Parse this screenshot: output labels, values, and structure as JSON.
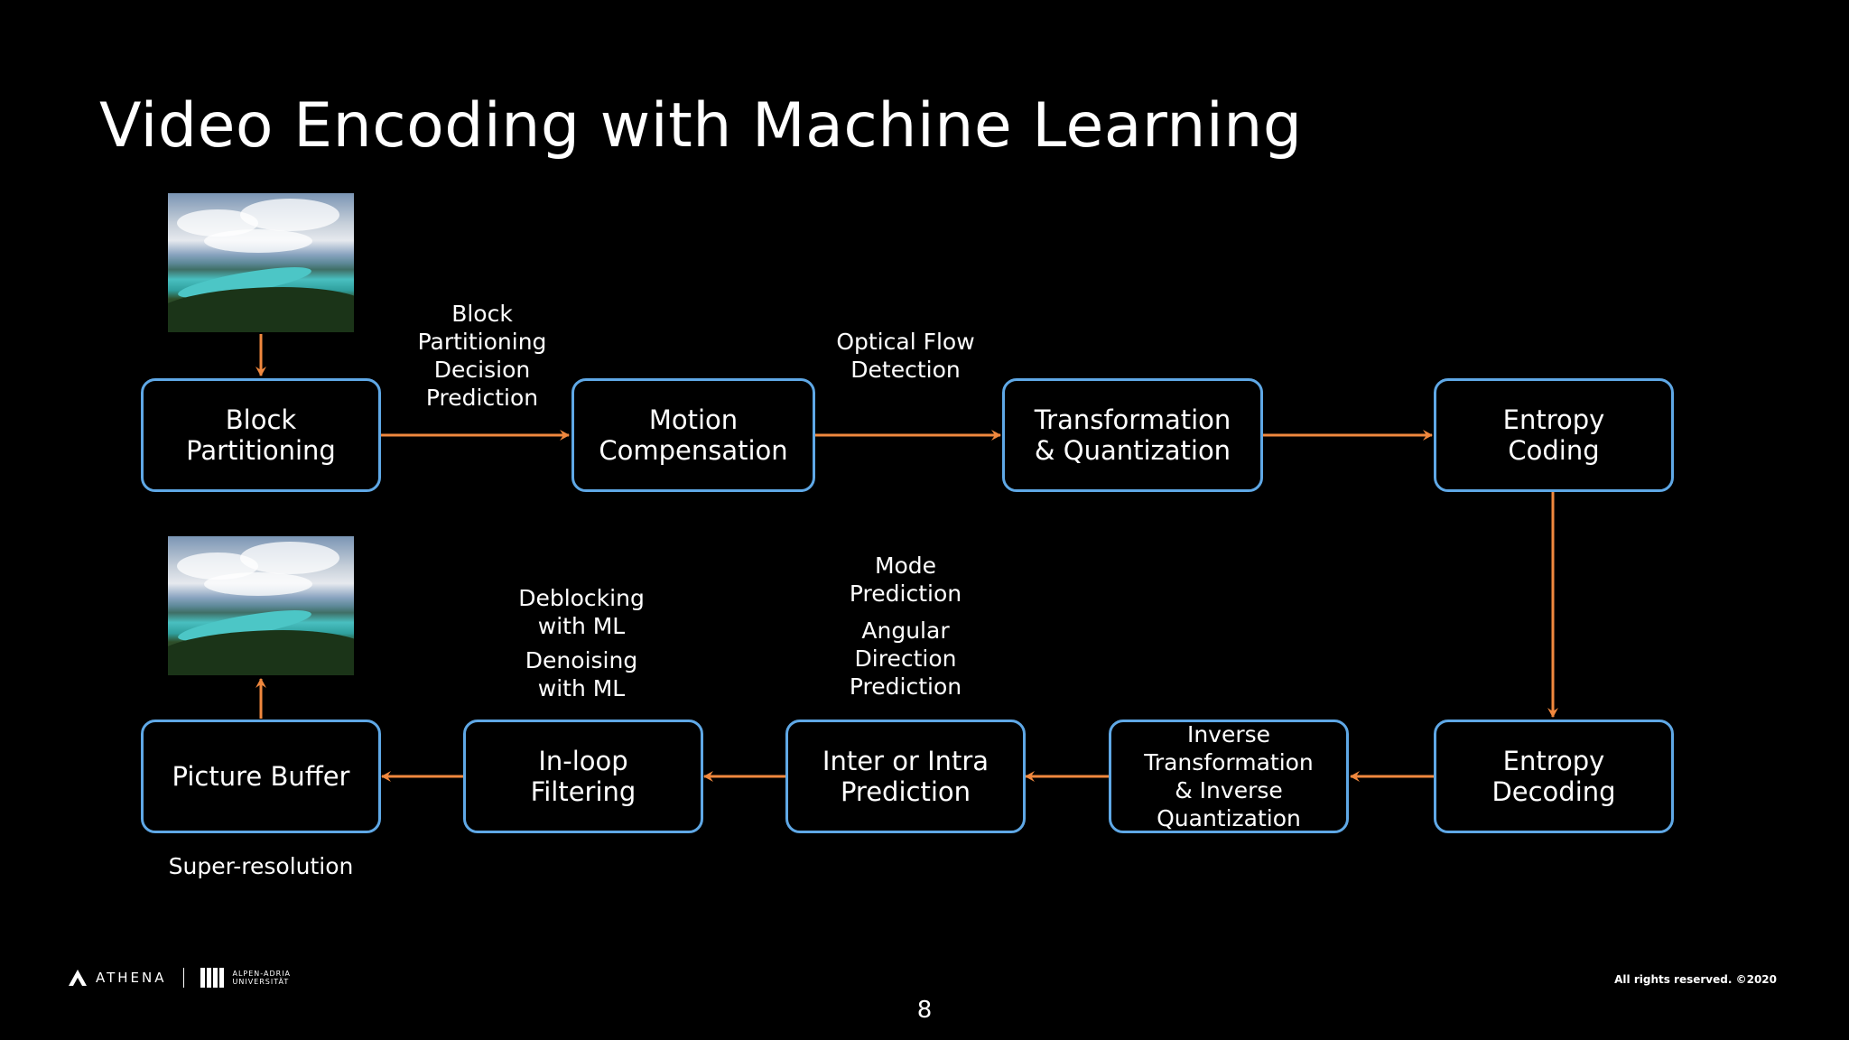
{
  "title": "Video Encoding with Machine Learning",
  "colors": {
    "background": "#000000",
    "box_border": "#5fa8e6",
    "arrow": "#f0883e",
    "text": "#ffffff"
  },
  "nodes": {
    "block_partitioning": "Block\nPartitioning",
    "motion_compensation": "Motion\nCompensation",
    "transformation_quantization": "Transformation\n& Quantization",
    "entropy_coding": "Entropy\nCoding",
    "picture_buffer": "Picture Buffer",
    "in_loop_filtering": "In-loop\nFiltering",
    "inter_intra_prediction": "Inter or Intra\nPrediction",
    "inverse_transformation": "Inverse\nTransformation\n& Inverse\nQuantization",
    "entropy_decoding": "Entropy\nDecoding"
  },
  "labels": {
    "block_partitioning_decision": "Block\nPartitioning\nDecision\nPrediction",
    "optical_flow": "Optical Flow\nDetection",
    "mode_prediction": "Mode\nPrediction",
    "angular_direction": "Angular\nDirection\nPrediction",
    "deblocking": "Deblocking\nwith ML",
    "denoising": "Denoising\nwith ML",
    "super_resolution": "Super-resolution"
  },
  "footer": {
    "logo_text": "ATHENA",
    "university": "ALPEN-ADRIA\nUNIVERSITÄT",
    "copyright": "All rights reserved.  ©2020",
    "page_number": "8"
  }
}
